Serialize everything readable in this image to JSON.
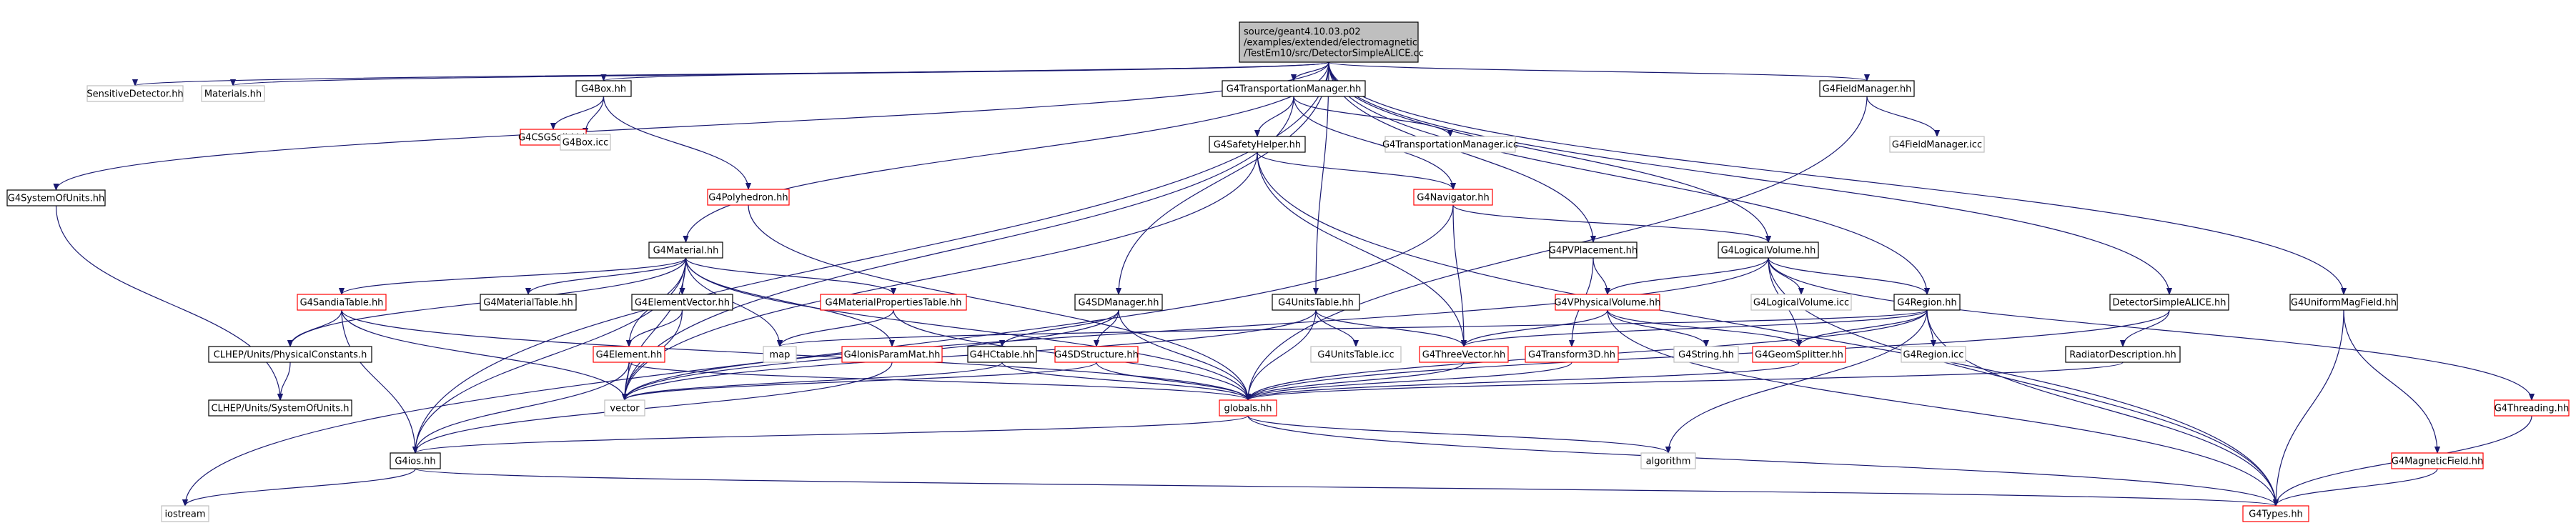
{
  "diagram": {
    "type": "include-dependency-graph",
    "colors": {
      "edge": "#191970",
      "border_documented": "#000000",
      "border_incomplete": "#ff0000",
      "border_external": "#bfbfbf",
      "root_fill": "#bfbfbf"
    },
    "nodes": [
      {
        "id": "root",
        "style": "root",
        "lines": [
          "source/geant4.10.03.p02",
          "/examples/extended/electromagnetic",
          "/TestEm10/src/DetectorSimpleALICE.cc"
        ]
      },
      {
        "id": "sensdet",
        "style": "grey",
        "lines": [
          "SensitiveDetector.hh"
        ]
      },
      {
        "id": "materials",
        "style": "grey",
        "lines": [
          "Materials.hh"
        ]
      },
      {
        "id": "g4box",
        "style": "black",
        "lines": [
          "G4Box.hh"
        ]
      },
      {
        "id": "g4transman",
        "style": "black",
        "lines": [
          "G4TransportationManager.hh"
        ]
      },
      {
        "id": "g4fieldman",
        "style": "black",
        "lines": [
          "G4FieldManager.hh"
        ]
      },
      {
        "id": "g4sysunits",
        "style": "black",
        "lines": [
          "G4SystemOfUnits.hh"
        ]
      },
      {
        "id": "g4csgsolid",
        "style": "red",
        "lines": [
          "G4CSGSolid.hh"
        ]
      },
      {
        "id": "g4boxicc",
        "style": "grey",
        "lines": [
          "G4Box.icc"
        ]
      },
      {
        "id": "g4safety",
        "style": "black",
        "lines": [
          "G4SafetyHelper.hh"
        ]
      },
      {
        "id": "g4transicc",
        "style": "grey",
        "lines": [
          "G4TransportationManager.icc"
        ]
      },
      {
        "id": "g4fieldicc",
        "style": "grey",
        "lines": [
          "G4FieldManager.icc"
        ]
      },
      {
        "id": "g4polyhedron",
        "style": "red",
        "lines": [
          "G4Polyhedron.hh"
        ]
      },
      {
        "id": "g4navigator",
        "style": "red",
        "lines": [
          "G4Navigator.hh"
        ]
      },
      {
        "id": "g4material",
        "style": "black",
        "lines": [
          "G4Material.hh"
        ]
      },
      {
        "id": "g4pvplacement",
        "style": "black",
        "lines": [
          "G4PVPlacement.hh"
        ]
      },
      {
        "id": "g4logvol",
        "style": "black",
        "lines": [
          "G4LogicalVolume.hh"
        ]
      },
      {
        "id": "g4sandia",
        "style": "red",
        "lines": [
          "G4SandiaTable.hh"
        ]
      },
      {
        "id": "g4mattable",
        "style": "black",
        "lines": [
          "G4MaterialTable.hh"
        ]
      },
      {
        "id": "g4elemvec",
        "style": "black",
        "lines": [
          "G4ElementVector.hh"
        ]
      },
      {
        "id": "g4matprop",
        "style": "red",
        "lines": [
          "G4MaterialPropertiesTable.hh"
        ]
      },
      {
        "id": "g4sdman",
        "style": "black",
        "lines": [
          "G4SDManager.hh"
        ]
      },
      {
        "id": "g4unitstable",
        "style": "black",
        "lines": [
          "G4UnitsTable.hh"
        ]
      },
      {
        "id": "g4vphysvol",
        "style": "red",
        "lines": [
          "G4VPhysicalVolume.hh"
        ]
      },
      {
        "id": "g4logvolicc",
        "style": "grey",
        "lines": [
          "G4LogicalVolume.icc"
        ]
      },
      {
        "id": "g4region",
        "style": "black",
        "lines": [
          "G4Region.hh"
        ]
      },
      {
        "id": "detalice",
        "style": "black",
        "lines": [
          "DetectorSimpleALICE.hh"
        ]
      },
      {
        "id": "g4unifield",
        "style": "black",
        "lines": [
          "G4UniformMagField.hh"
        ]
      },
      {
        "id": "clhepphys",
        "style": "black",
        "lines": [
          "CLHEP/Units/PhysicalConstants.h"
        ]
      },
      {
        "id": "g4element",
        "style": "red",
        "lines": [
          "G4Element.hh"
        ]
      },
      {
        "id": "map",
        "style": "grey",
        "lines": [
          "map"
        ]
      },
      {
        "id": "g4ionis",
        "style": "red",
        "lines": [
          "G4IonisParamMat.hh"
        ]
      },
      {
        "id": "g4hctable",
        "style": "black",
        "lines": [
          "G4HCtable.hh"
        ]
      },
      {
        "id": "g4sdstruct",
        "style": "red",
        "lines": [
          "G4SDStructure.hh"
        ]
      },
      {
        "id": "g4unitsicc",
        "style": "grey",
        "lines": [
          "G4UnitsTable.icc"
        ]
      },
      {
        "id": "g4threevec",
        "style": "red",
        "lines": [
          "G4ThreeVector.hh"
        ]
      },
      {
        "id": "g4transform",
        "style": "red",
        "lines": [
          "G4Transform3D.hh"
        ]
      },
      {
        "id": "g4string",
        "style": "grey",
        "lines": [
          "G4String.hh"
        ]
      },
      {
        "id": "g4geomsplit",
        "style": "red",
        "lines": [
          "G4GeomSplitter.hh"
        ]
      },
      {
        "id": "g4regionicc",
        "style": "grey",
        "lines": [
          "G4Region.icc"
        ]
      },
      {
        "id": "raddesc",
        "style": "black",
        "lines": [
          "RadiatorDescription.hh"
        ]
      },
      {
        "id": "g4threading",
        "style": "red",
        "lines": [
          "G4Threading.hh"
        ]
      },
      {
        "id": "clhepsys",
        "style": "black",
        "lines": [
          "CLHEP/Units/SystemOfUnits.h"
        ]
      },
      {
        "id": "vector",
        "style": "grey",
        "lines": [
          "vector"
        ]
      },
      {
        "id": "globals",
        "style": "red",
        "lines": [
          "globals.hh"
        ]
      },
      {
        "id": "g4ios",
        "style": "black",
        "lines": [
          "G4ios.hh"
        ]
      },
      {
        "id": "algorithm",
        "style": "grey",
        "lines": [
          "algorithm"
        ]
      },
      {
        "id": "g4magfield",
        "style": "red",
        "lines": [
          "G4MagneticField.hh"
        ]
      },
      {
        "id": "iostream",
        "style": "grey",
        "lines": [
          "iostream"
        ]
      },
      {
        "id": "g4types",
        "style": "red",
        "lines": [
          "G4Types.hh"
        ]
      }
    ],
    "edges": [
      [
        "root",
        "sensdet"
      ],
      [
        "root",
        "materials"
      ],
      [
        "root",
        "g4box"
      ],
      [
        "root",
        "g4transman"
      ],
      [
        "root",
        "g4fieldman"
      ],
      [
        "root",
        "g4sysunits"
      ],
      [
        "root",
        "g4material"
      ],
      [
        "root",
        "g4sdman"
      ],
      [
        "root",
        "g4pvplacement"
      ],
      [
        "root",
        "g4logvol"
      ],
      [
        "root",
        "g4unitstable"
      ],
      [
        "root",
        "g4region"
      ],
      [
        "root",
        "detalice"
      ],
      [
        "root",
        "g4unifield"
      ],
      [
        "root",
        "g4ios"
      ],
      [
        "g4box",
        "g4csgsolid"
      ],
      [
        "g4box",
        "g4boxicc"
      ],
      [
        "g4box",
        "g4polyhedron"
      ],
      [
        "g4transman",
        "g4safety"
      ],
      [
        "g4transman",
        "g4transicc"
      ],
      [
        "g4transman",
        "g4navigator"
      ],
      [
        "g4transman",
        "vector"
      ],
      [
        "g4fieldman",
        "g4fieldicc"
      ],
      [
        "g4fieldman",
        "globals"
      ],
      [
        "g4sysunits",
        "clhepsys"
      ],
      [
        "g4safety",
        "g4navigator"
      ],
      [
        "g4safety",
        "g4threevec"
      ],
      [
        "g4safety",
        "vector"
      ],
      [
        "g4safety",
        "g4types"
      ],
      [
        "g4polyhedron",
        "globals"
      ],
      [
        "g4navigator",
        "g4logvol"
      ],
      [
        "g4navigator",
        "g4threevec"
      ],
      [
        "g4navigator",
        "iostream"
      ],
      [
        "g4material",
        "g4sandia"
      ],
      [
        "g4material",
        "g4mattable"
      ],
      [
        "g4material",
        "g4elemvec"
      ],
      [
        "g4material",
        "g4matprop"
      ],
      [
        "g4material",
        "g4element"
      ],
      [
        "g4material",
        "clhepphys"
      ],
      [
        "g4material",
        "map"
      ],
      [
        "g4material",
        "g4ionis"
      ],
      [
        "g4material",
        "vector"
      ],
      [
        "g4material",
        "globals"
      ],
      [
        "g4material",
        "g4ios"
      ],
      [
        "g4pvplacement",
        "g4vphysvol"
      ],
      [
        "g4pvplacement",
        "g4transform"
      ],
      [
        "g4logvol",
        "g4vphysvol"
      ],
      [
        "g4logvol",
        "g4logvolicc"
      ],
      [
        "g4logvol",
        "g4region"
      ],
      [
        "g4logvol",
        "g4geomsplit"
      ],
      [
        "g4logvol",
        "vector"
      ],
      [
        "g4logvol",
        "g4threading"
      ],
      [
        "g4logvol",
        "g4types"
      ],
      [
        "g4sandia",
        "clhepphys"
      ],
      [
        "g4sandia",
        "vector"
      ],
      [
        "g4sandia",
        "globals"
      ],
      [
        "g4sandia",
        "g4ios"
      ],
      [
        "g4elemvec",
        "g4element"
      ],
      [
        "g4elemvec",
        "vector"
      ],
      [
        "g4matprop",
        "map"
      ],
      [
        "g4matprop",
        "globals"
      ],
      [
        "g4sdman",
        "g4hctable"
      ],
      [
        "g4sdman",
        "g4sdstruct"
      ],
      [
        "g4sdman",
        "vector"
      ],
      [
        "g4sdman",
        "globals"
      ],
      [
        "g4unitstable",
        "g4unitsicc"
      ],
      [
        "g4unitstable",
        "g4threevec"
      ],
      [
        "g4unitstable",
        "vector"
      ],
      [
        "g4unitstable",
        "globals"
      ],
      [
        "g4vphysvol",
        "g4threevec"
      ],
      [
        "g4vphysvol",
        "g4string"
      ],
      [
        "g4vphysvol",
        "g4geomsplit"
      ],
      [
        "g4vphysvol",
        "g4types"
      ],
      [
        "g4region",
        "g4threevec"
      ],
      [
        "g4region",
        "map"
      ],
      [
        "g4region",
        "g4geomsplit"
      ],
      [
        "g4region",
        "g4regionicc"
      ],
      [
        "g4region",
        "globals"
      ],
      [
        "g4region",
        "algorithm"
      ],
      [
        "g4region",
        "g4types"
      ],
      [
        "detalice",
        "raddesc"
      ],
      [
        "detalice",
        "globals"
      ],
      [
        "g4unifield",
        "g4magfield"
      ],
      [
        "g4unifield",
        "g4types"
      ],
      [
        "clhepphys",
        "clhepsys"
      ],
      [
        "g4element",
        "vector"
      ],
      [
        "g4element",
        "globals"
      ],
      [
        "g4element",
        "g4ios"
      ],
      [
        "g4ionis",
        "g4ios"
      ],
      [
        "g4hctable",
        "vector"
      ],
      [
        "g4hctable",
        "globals"
      ],
      [
        "g4sdstruct",
        "vector"
      ],
      [
        "g4sdstruct",
        "globals"
      ],
      [
        "g4threevec",
        "globals"
      ],
      [
        "g4transform",
        "globals"
      ],
      [
        "g4geomsplit",
        "globals"
      ],
      [
        "raddesc",
        "globals"
      ],
      [
        "g4threading",
        "g4types"
      ],
      [
        "g4magfield",
        "g4types"
      ],
      [
        "globals",
        "g4ios"
      ],
      [
        "globals",
        "algorithm"
      ],
      [
        "globals",
        "g4types"
      ],
      [
        "g4ios",
        "iostream"
      ],
      [
        "g4ios",
        "g4types"
      ]
    ]
  }
}
